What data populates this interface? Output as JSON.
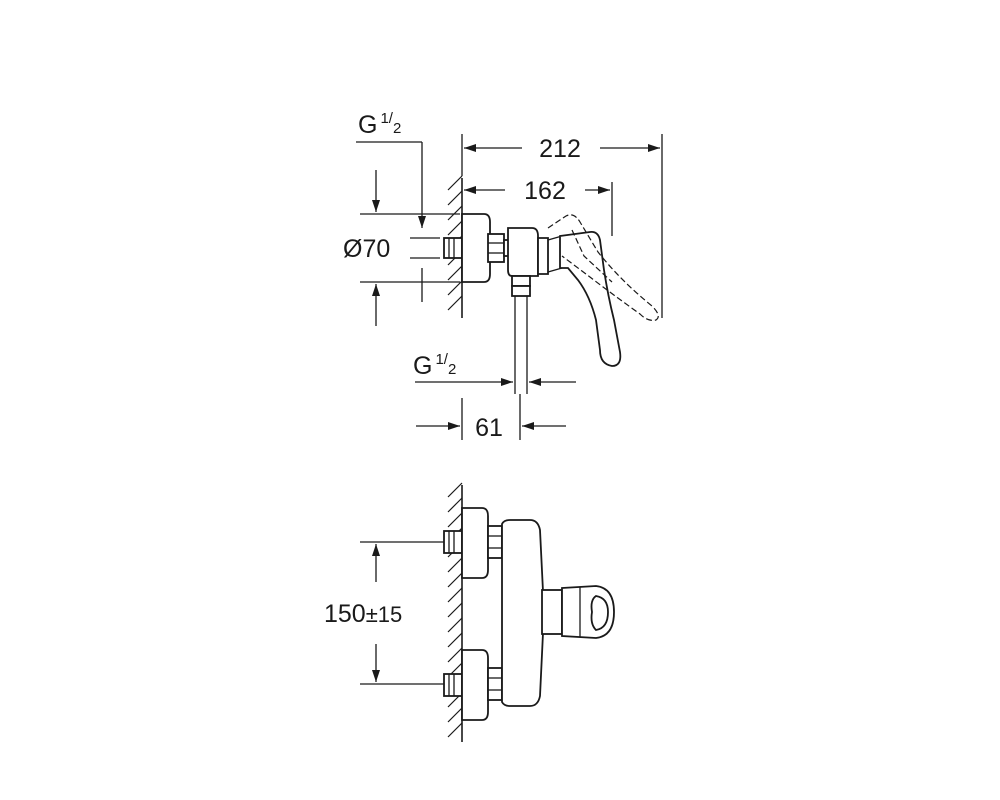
{
  "dimensions": {
    "thread_top": {
      "main": "G",
      "num": "1",
      "den": "2"
    },
    "thread_bottom": {
      "main": "G",
      "num": "1",
      "den": "2"
    },
    "diameter": "Ø70",
    "overall_length": "212",
    "body_length": "162",
    "outlet_offset": "61",
    "center_distance": "150",
    "center_tolerance": "±15"
  },
  "colors": {
    "line": "#1a1a1a",
    "background": "#ffffff"
  }
}
